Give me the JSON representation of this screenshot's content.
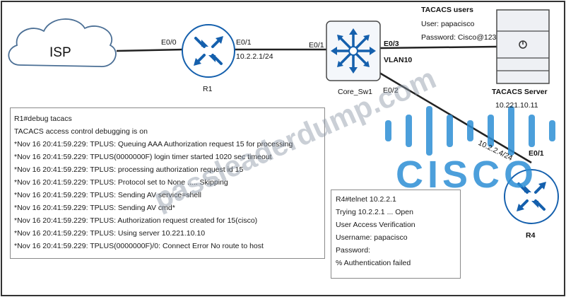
{
  "colors": {
    "device_blue": "#1560ad",
    "link": "#222222",
    "cisco_blue": "#2d8fd5",
    "watermark": "#c9d2dc"
  },
  "isp": {
    "label": "ISP"
  },
  "r1": {
    "label": "R1",
    "iface_isp": "E0/0",
    "iface_core": "E0/1",
    "ip": "10.2.2.1/24"
  },
  "core_switch": {
    "label": "Core_Sw1",
    "iface_r1": "E0/1",
    "iface_tacacs": "E0/3",
    "vlan": "VLAN10",
    "iface_r4": "E0/2"
  },
  "tacacs_server": {
    "heading": "TACACS users",
    "user": "User: papacisco",
    "password": "Password: Cisco@123",
    "label": "TACACS Server",
    "ip": "10.221.10.11"
  },
  "r4": {
    "label": "R4",
    "iface": "E0/1",
    "ip": "10.2.2.4/24"
  },
  "debug_log": {
    "lines": [
      "R1#debug tacacs",
      "TACACS access control debugging is on",
      "*Nov 16 20:41:59.229: TPLUS: Queuing AAA Authorization request 15 for processing",
      "*Nov 16 20:41:59.229: TPLUS(0000000F) login timer started 1020 sec timeout",
      "*Nov 16 20:41:59.229: TPLUS: processing authorization request id 15",
      "*Nov 16 20:41:59.229: TPLUS: Protocol set to None ..... Skipping",
      "*Nov 16 20:41:59.229: TPLUS: Sending AV service=shell",
      "*Nov 16 20:41:59.229: TPLUS: Sending AV cmd*",
      "*Nov 16 20:41:59.229: TPLUS: Authorization request created for 15(cisco)",
      "*Nov 16 20:41:59.229: TPLUS: Using server 10.221.10.10",
      "*Nov 16 20:41:59.229: TPLUS(0000000F)/0: Connect Error No route to host"
    ]
  },
  "telnet_log": {
    "lines": [
      "R4#telnet 10.2.2.1",
      "Trying 10.2.2.1 ... Open",
      "User Access Verification",
      "Username: papacisco",
      "Password:",
      "% Authentication failed"
    ]
  },
  "watermark": {
    "site": "passleaderdump.com",
    "logo": "CISCO"
  }
}
